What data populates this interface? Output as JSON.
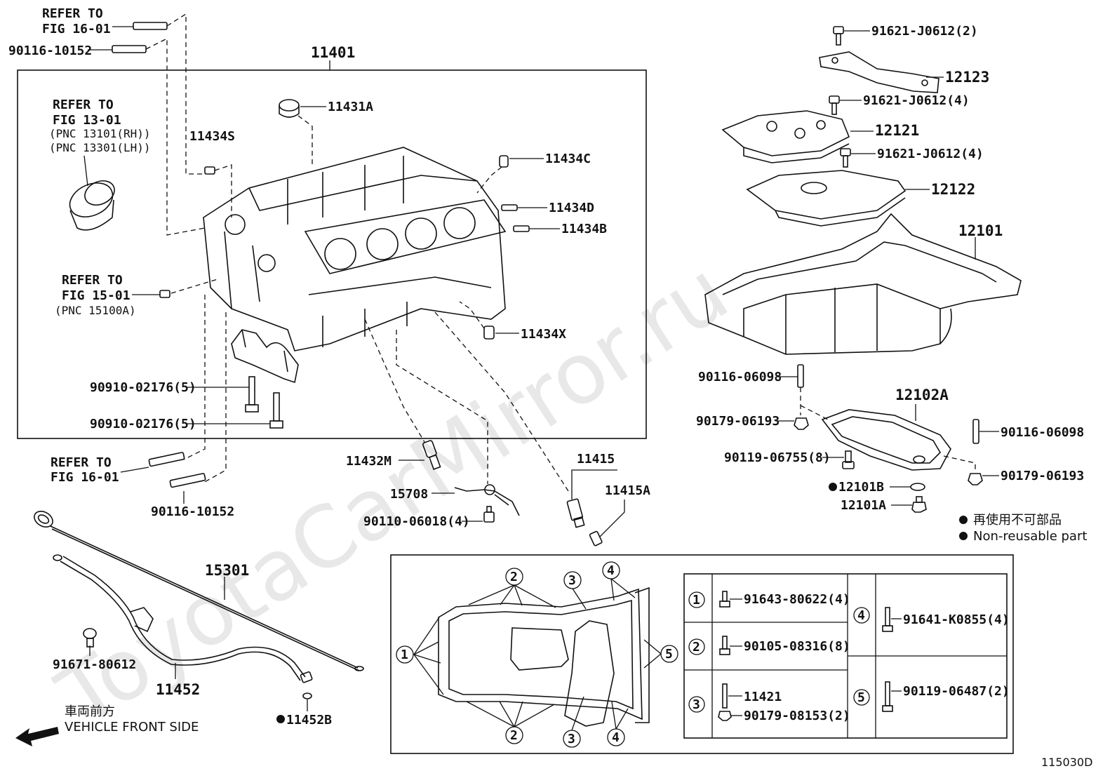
{
  "watermark": "ToyotaCarMirror.ru",
  "figure_code": "115030D",
  "callouts": {
    "c11401": "11401",
    "c11431a": "11431A",
    "c11434s": "11434S",
    "c11434c": "11434C",
    "c11434d": "11434D",
    "c11434b": "11434B",
    "c11434x": "11434X",
    "c11432m": "11432M",
    "c15708": "15708",
    "c90110_06018": "90110-06018(4)",
    "c11415": "11415",
    "c11415a": "11415A",
    "c90910_a": "90910-02176(5)",
    "c90910_b": "90910-02176(5)",
    "c90116_10152_top": "90116-10152",
    "c90116_10152_bot": "90116-10152",
    "c15301": "15301",
    "c91671": "91671-80612",
    "c11452": "11452",
    "c11452b": "11452B",
    "c91621_a": "91621-J0612(2)",
    "c12123": "12123",
    "c91621_b": "91621-J0612(4)",
    "c12121": "12121",
    "c91621_c": "91621-J0612(4)",
    "c12122": "12122",
    "c12101": "12101",
    "c90116_06098_a": "90116-06098",
    "c12102a": "12102A",
    "c90179_06193_a": "90179-06193",
    "c90116_06098_b": "90116-06098",
    "c90119_06755": "90119-06755(8)",
    "c90179_06193_b": "90179-06193",
    "c12101b": "12101B",
    "c12101a": "12101A"
  },
  "refs": {
    "ref1_l1": "REFER TO",
    "ref1_l2": "FIG 16-01",
    "ref2_l1": "REFER TO",
    "ref2_l2": "FIG 13-01",
    "ref2_l3": "(PNC 13101(RH))",
    "ref2_l4": "(PNC 13301(LH))",
    "ref3_l1": "REFER TO",
    "ref3_l2": "FIG 15-01",
    "ref3_l3": "(PNC 15100A)",
    "ref4_l1": "REFER TO",
    "ref4_l2": "FIG 16-01"
  },
  "legend": {
    "nonreuse_jp": "再使用不可部品",
    "nonreuse_en": "Non-reusable part",
    "front_jp": "車両前方",
    "front_en": "VEHICLE FRONT SIDE"
  },
  "inset": {
    "n1": "1",
    "n2": "2",
    "n3": "3",
    "n4": "4",
    "n5": "5",
    "t1": "91643-80622(4)",
    "t2": "90105-08316(8)",
    "t3a": "11421",
    "t3b": "90179-08153(2)",
    "t4": "91641-K0855(4)",
    "t5": "90119-06487(2)"
  }
}
